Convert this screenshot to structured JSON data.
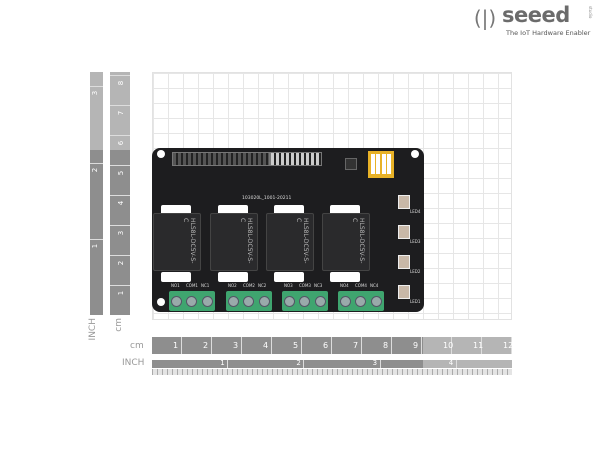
{
  "brand": {
    "name": "seeed",
    "tagline": "The IoT Hardware Enabler",
    "reg_mark": "studio",
    "logo_icon": "seeed-parentheses-logo"
  },
  "board": {
    "silkscreen": "103020L_1001-20211",
    "relay_text": "HLS8L-DC5V-S-C",
    "terminal_labels": [
      [
        "NO1",
        "COM1",
        "NC1"
      ],
      [
        "NO2",
        "COM2",
        "NC2"
      ],
      [
        "NO3",
        "COM3",
        "NC3"
      ],
      [
        "NO4",
        "COM4",
        "NC4"
      ]
    ],
    "led_labels": [
      "LED4",
      "LED3",
      "LED2",
      "LED1"
    ],
    "colors": {
      "pcb": "#1d1d1f",
      "terminal": "#3fa56f",
      "dip_switch": "#e8b227"
    }
  },
  "rulers": {
    "cm_label": "cm",
    "inch_label": "INCH",
    "cm_ticks": [
      "1",
      "2",
      "3",
      "4",
      "5",
      "6",
      "7",
      "8",
      "9",
      "10",
      "11",
      "12"
    ],
    "inch_ticks": [
      "1",
      "2",
      "3",
      "4"
    ],
    "vertical_cm_ticks": [
      "1",
      "2",
      "3",
      "4",
      "5",
      "6",
      "7",
      "8"
    ],
    "vertical_inch_ticks": [
      "1",
      "2",
      "3"
    ]
  }
}
